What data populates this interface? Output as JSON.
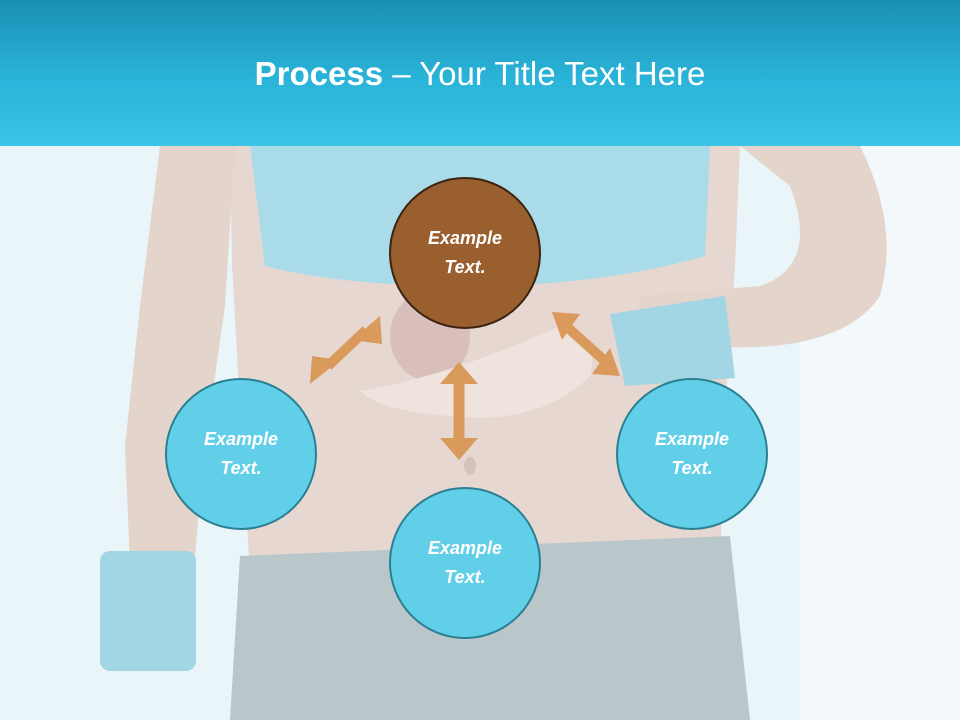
{
  "title": {
    "bold": "Process",
    "rest": " – Your Title Text Here"
  },
  "nodes": {
    "top": {
      "label": "Example Text."
    },
    "left": {
      "label": "Example Text."
    },
    "right": {
      "label": "Example Text."
    },
    "bottom": {
      "label": "Example Text."
    }
  },
  "colors": {
    "header": "#2bb4d9",
    "center_node": "#9a5f2f",
    "outer_node": "#62cfe9",
    "arrow": "#d99a5c"
  }
}
